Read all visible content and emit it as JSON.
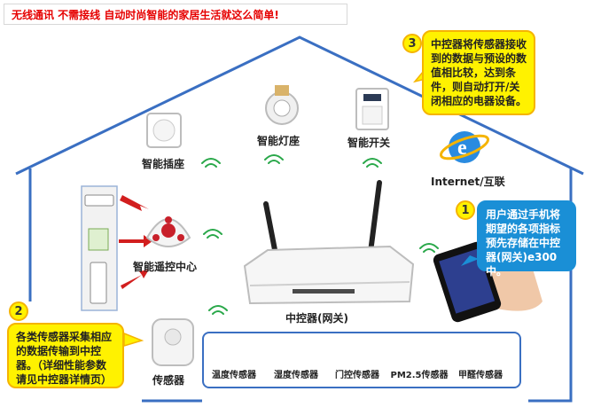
{
  "banner": "无线通讯  不需接线  自动时尚智能的家居生活就这么简单!",
  "callouts": {
    "c3": {
      "num": "3",
      "text": "中控器将传感器接收到的数据与预设的数值相比较，达到条件，则自动打开/关闭相应的电器设备。"
    },
    "c1": {
      "num": "1",
      "text": "用户通过手机将期望的各项指标预先存储在中控器(网关)e300中。"
    },
    "c2": {
      "num": "2",
      "text": "各类传感器采集相应的数据传输到中控器。（详细性能参数请见中控器详情页）"
    }
  },
  "devices": {
    "socket": "智能插座",
    "lamp": "智能灯座",
    "switch": "智能开关",
    "internet": "Internet/互联",
    "remote": "智能遥控中心",
    "controller": "中控器(网关)",
    "sensor": "传感器"
  },
  "sensors": [
    "温度传感器",
    "湿度传感器",
    "门控传感器",
    "PM2.5传感器",
    "甲醛传感器"
  ],
  "colors": {
    "house": "#3a6fc2",
    "callout": "#fff200",
    "callout_border": "#f5b400",
    "banner_text": "#e60000",
    "wifi": "#2aa84a"
  }
}
